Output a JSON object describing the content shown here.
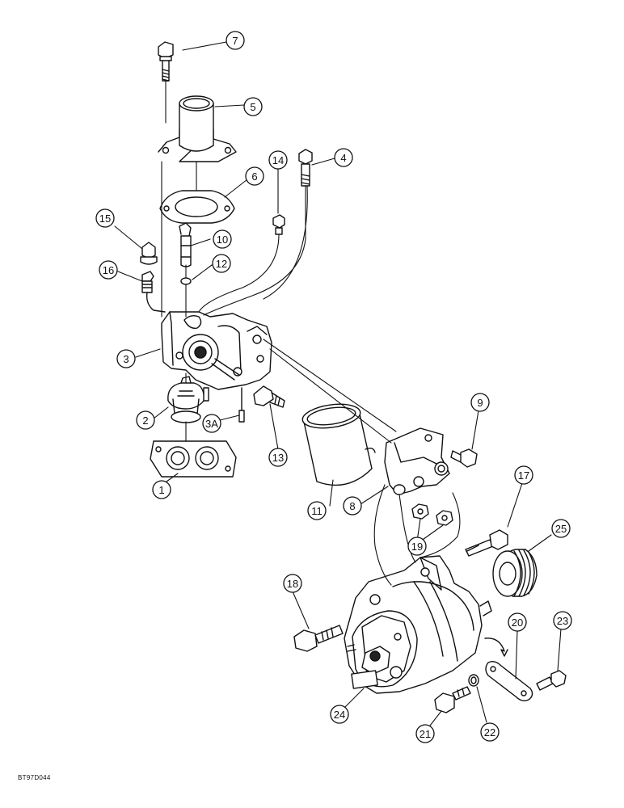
{
  "figure_code": "BT97D044",
  "callouts": [
    {
      "id": "1",
      "label": "1"
    },
    {
      "id": "2",
      "label": "2"
    },
    {
      "id": "3",
      "label": "3"
    },
    {
      "id": "3A",
      "label": "3A"
    },
    {
      "id": "4",
      "label": "4"
    },
    {
      "id": "5",
      "label": "5"
    },
    {
      "id": "6",
      "label": "6"
    },
    {
      "id": "7",
      "label": "7"
    },
    {
      "id": "8",
      "label": "8"
    },
    {
      "id": "9",
      "label": "9"
    },
    {
      "id": "10",
      "label": "10"
    },
    {
      "id": "11",
      "label": "11"
    },
    {
      "id": "12",
      "label": "12"
    },
    {
      "id": "13",
      "label": "13"
    },
    {
      "id": "14",
      "label": "14"
    },
    {
      "id": "15",
      "label": "15"
    },
    {
      "id": "16",
      "label": "16"
    },
    {
      "id": "17",
      "label": "17"
    },
    {
      "id": "18",
      "label": "18"
    },
    {
      "id": "19",
      "label": "19"
    },
    {
      "id": "20",
      "label": "20"
    },
    {
      "id": "21",
      "label": "21"
    },
    {
      "id": "22",
      "label": "22"
    },
    {
      "id": "23",
      "label": "23"
    },
    {
      "id": "24",
      "label": "24"
    },
    {
      "id": "25",
      "label": "25"
    }
  ]
}
